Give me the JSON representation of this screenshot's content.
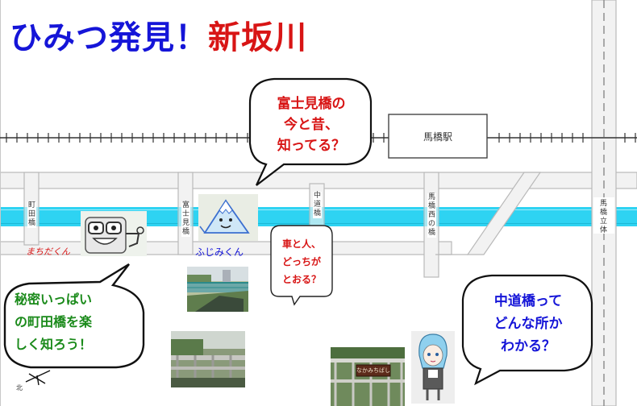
{
  "title": {
    "part1": "ひみつ発見！",
    "part2": "新坂川"
  },
  "station": {
    "label": "馬橋駅"
  },
  "bridges": [
    {
      "id": "machida",
      "label": "町田橋"
    },
    {
      "id": "fujimi",
      "label": "富士見橋"
    },
    {
      "id": "nakamichi",
      "label": "中道橋"
    },
    {
      "id": "mabashinishi",
      "label": "馬橋西の橋"
    },
    {
      "id": "mabashi-rittai",
      "label": "馬橋立体"
    }
  ],
  "characters": {
    "machida": "まちだくん",
    "fujimi": "ふじみくん"
  },
  "bubbles": {
    "fujimi": [
      "富士見橋の",
      "今と昔、",
      "知ってる？"
    ],
    "nakamichi_small": [
      "車と人、",
      "どっちが",
      "とおる？"
    ],
    "nakamichi": [
      "中道橋って",
      "どんな所か",
      "わかる？"
    ],
    "machida": [
      "秘密いっぱい",
      "の町田橋を楽",
      "しく知ろう！"
    ]
  },
  "sign_text": "なかみちばし",
  "compass_mark": "北",
  "colors": {
    "river": "#2ed3f2",
    "road": "#f2f2f2",
    "title_blue": "#1515d8",
    "title_red": "#d81515",
    "text_green": "#1a8a1a"
  }
}
